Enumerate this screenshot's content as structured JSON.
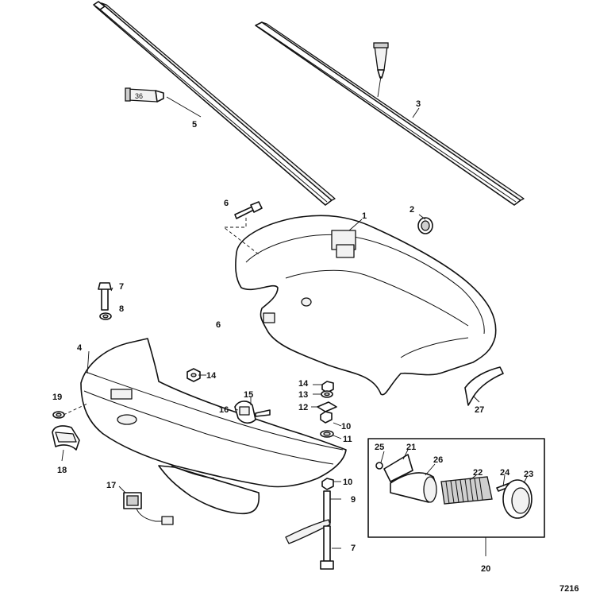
{
  "figure_number": "7216",
  "tube_label": "36",
  "callouts": {
    "c1": "1",
    "c2": "2",
    "c3": "3",
    "c4": "4",
    "c5": "5",
    "c6a": "6",
    "c6b": "6",
    "c7a": "7",
    "c7b": "7",
    "c8": "8",
    "c9": "9",
    "c10a": "10",
    "c10b": "10",
    "c11": "11",
    "c12": "12",
    "c13": "13",
    "c14a": "14",
    "c14b": "14",
    "c15": "15",
    "c16": "16",
    "c17": "17",
    "c18": "18",
    "c19": "19",
    "c20": "20",
    "c21": "21",
    "c22": "22",
    "c23": "23",
    "c24": "24",
    "c25": "25",
    "c26": "26",
    "c27": "27"
  }
}
